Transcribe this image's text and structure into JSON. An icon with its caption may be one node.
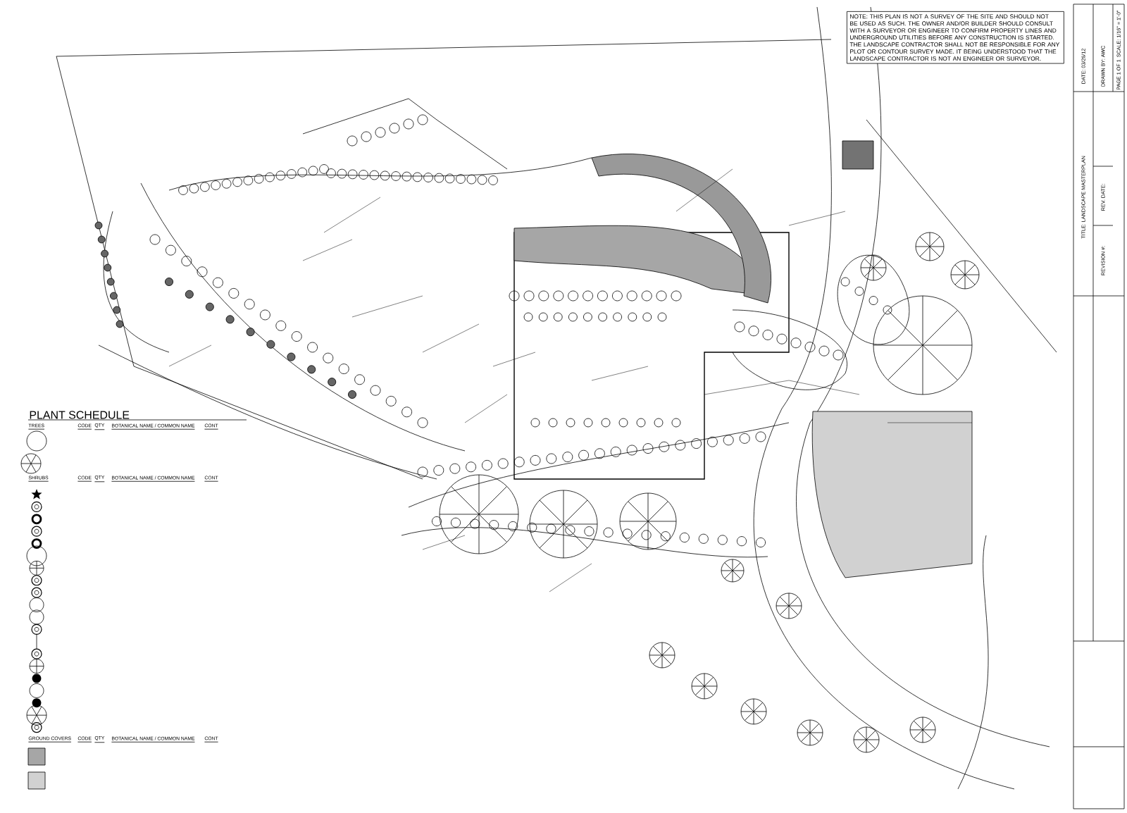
{
  "diagram": {
    "labels": [
      "NOTE: THIS PLAN IS NOT A SURVEY OF THE SITE AND SHOULD NOT BE USED AS SUCH. THE OWNER AND/OR BUILDER SHOULD CONSULT WITH A SURVEYOR OR ENGINEER TO CONFIRM PROPERTY LINES AND UNDERGROUND UTILITIES BEFORE ANY CONSTRUCTION IS STARTED. THE LANDSCAPE CONTRACTOR SHALL NOT BE RESPONSIBLE FOR ANY PLOT OR CONTOUR SURVEY MADE. IT BEING UNDERSTOOD THAT THE LANDSCAPE CONTRACTOR IS NOT AN ENGINEER OR SURVEYOR.",
      "PLANT SCHEDULE",
      "TREES",
      "CODE",
      "QTY",
      "BOTANICAL NAME / COMMON NAME",
      "CONT",
      "SHRUBS",
      "CODE",
      "QTY",
      "BOTANICAL NAME / COMMON NAME",
      "CONT",
      "GROUND COVERS",
      "CODE",
      "QTY",
      "BOTANICAL NAME / COMMON NAME",
      "CONT",
      "TITLE: LANDSCAPE MASTERPLAN",
      "REVISION #:",
      "REV. DATE:",
      "DATE: 03/26/12",
      "DRAWN BY: AWC",
      "SCALE: 1/16\" = 1'-0\"",
      "PAGE 1 OF 1"
    ]
  }
}
